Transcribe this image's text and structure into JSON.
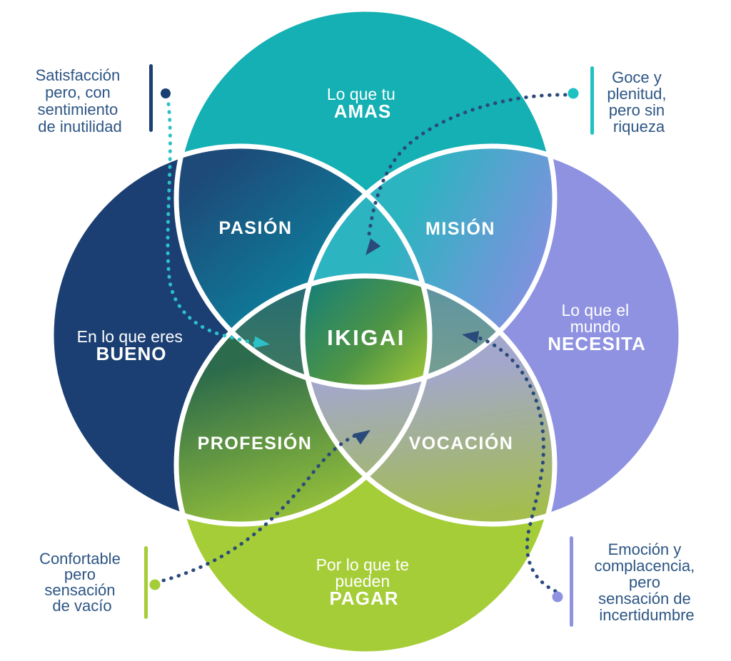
{
  "title": "Diagrama IKIGAI",
  "center": {
    "label": "IKIGAI"
  },
  "circles": {
    "love": {
      "line1": "Lo que tu",
      "line2": "AMAS",
      "color": "#14b0b4"
    },
    "good": {
      "line1": "En lo que eres",
      "line2": "BUENO",
      "color": "#1b3f72"
    },
    "needs": {
      "line1": "Lo que el",
      "line2": "mundo",
      "line3": "NECESITA",
      "color": "#8e92e1"
    },
    "paid": {
      "line1": "Por lo que te",
      "line2": "pueden",
      "line3": "PAGAR",
      "color": "#a5cd37"
    }
  },
  "intersections": {
    "passion": "PASIÓN",
    "mission": "MISIÓN",
    "profession": "PROFESIÓN",
    "vocation": "VOCACIÓN"
  },
  "annotations": {
    "top_left": {
      "line1": "Satisfacción",
      "line2": "pero, con",
      "line3": "sentimiento",
      "line4": "de inutilidad",
      "bar_color": "#1b3f72",
      "dot_color": "#1b3f72",
      "arrow_color": "#2cc0c8"
    },
    "top_right": {
      "line1": "Goce y",
      "line2": "plenitud,",
      "line3": "pero sin",
      "line4": "riqueza",
      "bar_color": "#1fc1c3",
      "dot_color": "#1fc1c3",
      "arrow_color": "#2a4a7c"
    },
    "bottom_left": {
      "line1": "Confortable",
      "line2": "pero",
      "line3": "sensación",
      "line4": "de vacío",
      "bar_color": "#a5cd37",
      "dot_color": "#a5cd37",
      "arrow_color": "#2a4a7c"
    },
    "bottom_right": {
      "line1": "Emoción y",
      "line2": "complacencia,",
      "line3": "pero",
      "line4": "sensación de",
      "line5": "incertidumbre",
      "bar_color": "#8e92e1",
      "dot_color": "#8e92e1",
      "arrow_color": "#2a4a7c"
    }
  },
  "colors": {
    "annotation_text": "#2d5584",
    "outline": "#ffffff"
  }
}
